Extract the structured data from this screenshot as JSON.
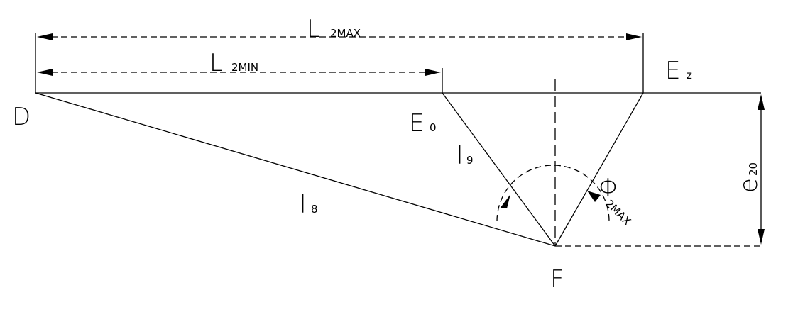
{
  "points": {
    "D": "D",
    "E0_main": "E",
    "E0_sub": "0",
    "Ez_main": "E",
    "Ez_sub": "z",
    "F": "F"
  },
  "dimensions": {
    "L2max_main": "L",
    "L2max_sub": "2MAX",
    "L2min_main": "L",
    "L2min_sub": "2MIN",
    "e20_main": "e",
    "e20_sub": "20"
  },
  "links": {
    "l8_main": "l",
    "l8_sub": "8",
    "l9_main": "l",
    "l9_sub": "9"
  },
  "angle": {
    "phi_main": "Φ",
    "phi_sub": "2MAX"
  },
  "colors": {
    "line": "#000000",
    "background": "#ffffff"
  }
}
